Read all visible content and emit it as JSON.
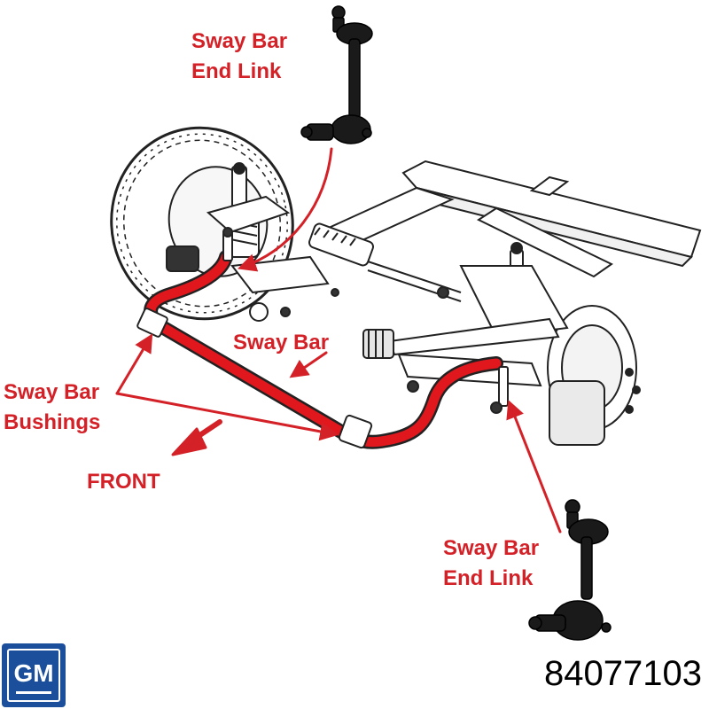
{
  "labels": {
    "end_link_top": [
      "Sway Bar",
      "End Link"
    ],
    "sway_bar": "Sway Bar",
    "bushings": [
      "Sway Bar",
      "Bushings"
    ],
    "front": "FRONT",
    "end_link_bottom": [
      "Sway Bar",
      "End Link"
    ]
  },
  "logo": {
    "text": "GM",
    "color": "#1b4f9c"
  },
  "part_number": "84077103",
  "colors": {
    "accent": "#d42127",
    "outline": "#222222",
    "part_dark": "#1a1a1a"
  },
  "icons": [
    "gm-logo",
    "arrow-icon"
  ]
}
